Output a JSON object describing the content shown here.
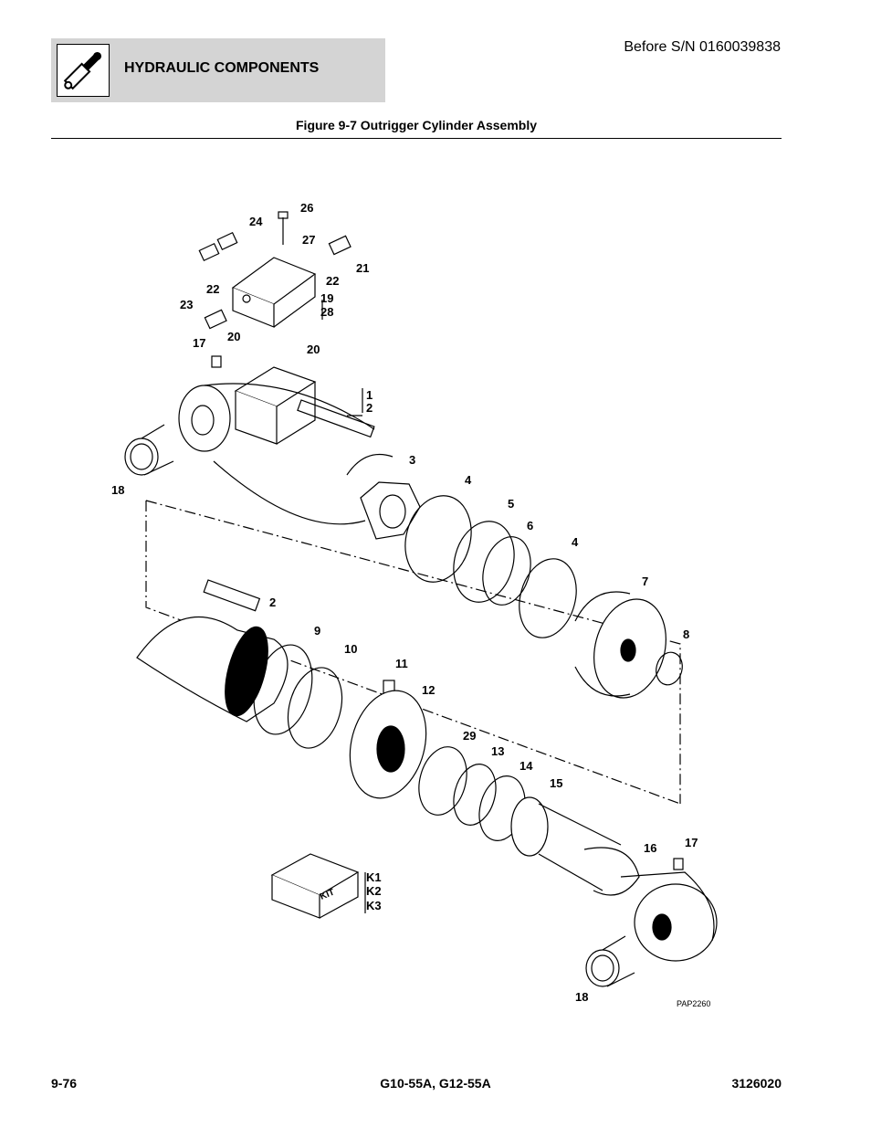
{
  "header": {
    "section_title": "HYDRAULIC COMPONENTS",
    "serial_note": "Before S/N 0160039838",
    "icon": "hydraulic-cylinder-icon"
  },
  "figure": {
    "title": "Figure 9-7 Outrigger Cylinder Assembly",
    "code": "PAP2260",
    "kit_label": "KIT",
    "callouts": [
      "1",
      "2",
      "3",
      "4",
      "5",
      "6",
      "4",
      "7",
      "8",
      "2",
      "9",
      "10",
      "11",
      "12",
      "29",
      "13",
      "14",
      "15",
      "16",
      "17",
      "18",
      "17",
      "18",
      "19",
      "20",
      "20",
      "21",
      "22",
      "22",
      "23",
      "24",
      "26",
      "27",
      "28",
      "K1",
      "K2",
      "K3"
    ]
  },
  "footer": {
    "page_number": "9-76",
    "models": "G10-55A, G12-55A",
    "doc_number": "3126020"
  }
}
